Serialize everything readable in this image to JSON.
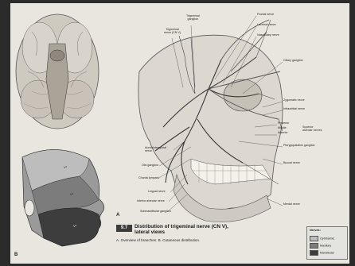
{
  "figure": {
    "number": "9.7",
    "title": "Distribution of trigeminal nerve (CN V),\nlateral views",
    "caption": "A. Overview of branches.  B. Cutaneous distribution.",
    "panel_a_letter": "A",
    "panel_b_letter": "B"
  },
  "labels": {
    "trigeminal_ganglion": "Trigeminal\nganglion",
    "trigeminal_nerve": "Trigeminal\nnerve (CN V)",
    "frontal_nerve": "Frontal nerve",
    "lacrimal_nerve": "Lacrimal nerve",
    "nasociliary_nerve": "Nasociliary nerve",
    "ciliary_ganglion": "Ciliary ganglion",
    "zygomatic_nerve": "Zygomatic nerve",
    "infraorbital_nerve": "Infraorbital nerve",
    "posterior": "Posterior",
    "middle": "Middle",
    "anterior": "Anterior",
    "superior_alveolar": "Superior\nalveolar nerves",
    "pterygopalatine": "Pterygopalatine ganglion",
    "buccal_nerve": "Buccal nerve",
    "mental_nerve": "Mental nerve",
    "auriculotemporal": "Auriculotemporal\nnerve",
    "otic_ganglion": "Otic ganglion",
    "chorda_tympani": "Chorda tympani",
    "lingual_nerve": "Lingual nerve",
    "inferior_alveolar": "Inferior alveolar nerve",
    "submandibular": "Submandibular ganglion"
  },
  "legend": {
    "title": "Nerves:",
    "items": [
      {
        "label": "Ophthalmic",
        "color": "#bdbdbd"
      },
      {
        "label": "Maxillary",
        "color": "#7c7c7c"
      },
      {
        "label": "Mandibular",
        "color": "#3d3d3d"
      }
    ]
  },
  "panel_b_zones": [
    "V¹",
    "V²",
    "V³"
  ],
  "colors": {
    "page": "#e9e6df",
    "background": "#2b2b2b",
    "ophthalmic": "#bdbdbd",
    "maxillary": "#7c7c7c",
    "mandibular": "#3d3d3d"
  },
  "icons": [
    "brain-base-illustration",
    "head-profile-illustration",
    "skull-lateral-illustration"
  ]
}
